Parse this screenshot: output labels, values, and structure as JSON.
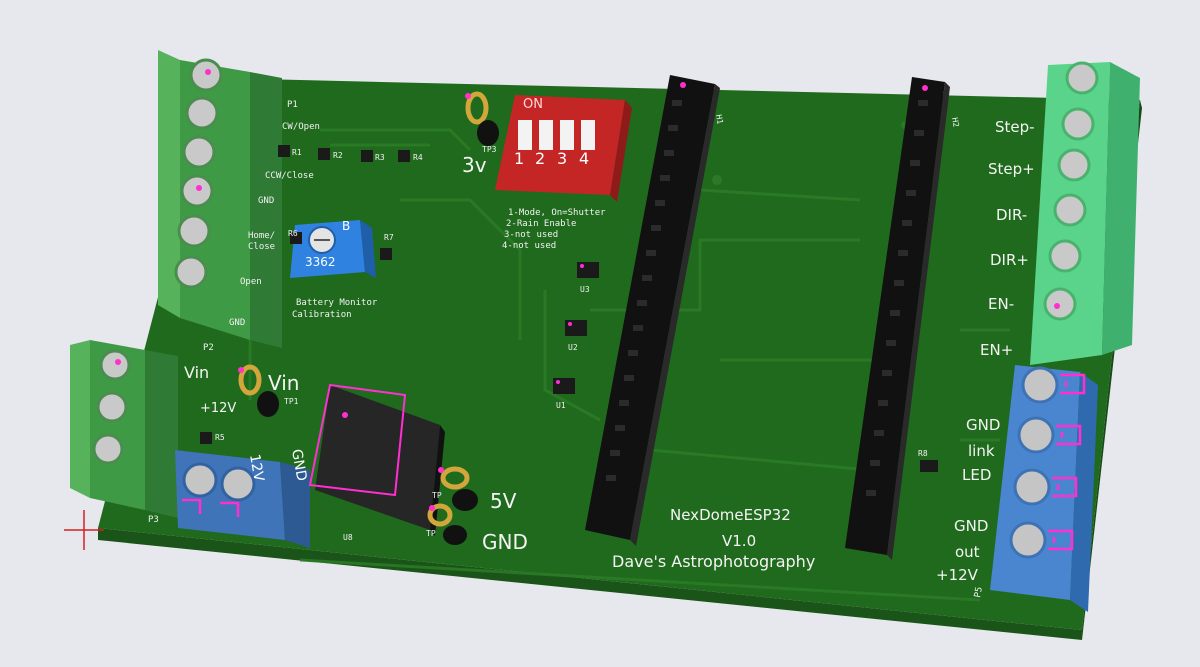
{
  "board": {
    "title": "NexDomeESP32",
    "version": "V1.0",
    "author": "Dave's Astrophotography"
  },
  "connectors": {
    "p1": "P1",
    "p2": "P2",
    "p3": "P3",
    "p5": "P5",
    "h1": "H1",
    "h2": "H2",
    "p1_pins": [
      "CW/Open",
      "CCW/Close",
      "GND",
      "Home/",
      "Close",
      "Open",
      "GND"
    ],
    "p3_pins": [
      "Vin",
      "+12V"
    ],
    "stepper_pins": [
      "Step-",
      "Step+",
      "DIR-",
      "DIR+",
      "EN-",
      "EN+"
    ],
    "p5_pins": [
      "GND",
      "link",
      "LED",
      "GND",
      "out",
      "+12V"
    ],
    "power_block_label": "12V",
    "power_block_gnd": "GND"
  },
  "test_points": {
    "tp3_label": "TP3",
    "tp3_value": "3v",
    "tp1_label": "TP1",
    "tp1_value": "Vin",
    "tp_5v_label": "TP",
    "tp_5v_value": "5V",
    "tp_gnd_label": "TP",
    "tp_gnd_value": "GND"
  },
  "resistors": [
    "R1",
    "R2",
    "R3",
    "R4",
    "R5",
    "R6",
    "R7",
    "R8"
  ],
  "ics": [
    "U1",
    "U2",
    "U3",
    "U8"
  ],
  "dip_switch": {
    "on_label": "ON",
    "numbers": [
      "1",
      "2",
      "3",
      "4"
    ],
    "legend": [
      "1-Mode, On=Shutter",
      "2-Rain Enable",
      "3-not used",
      "4-not used"
    ]
  },
  "trimmer": {
    "code": "3362",
    "letter": "B",
    "caption_line1": "Battery Monitor",
    "caption_line2": "Calibration"
  }
}
